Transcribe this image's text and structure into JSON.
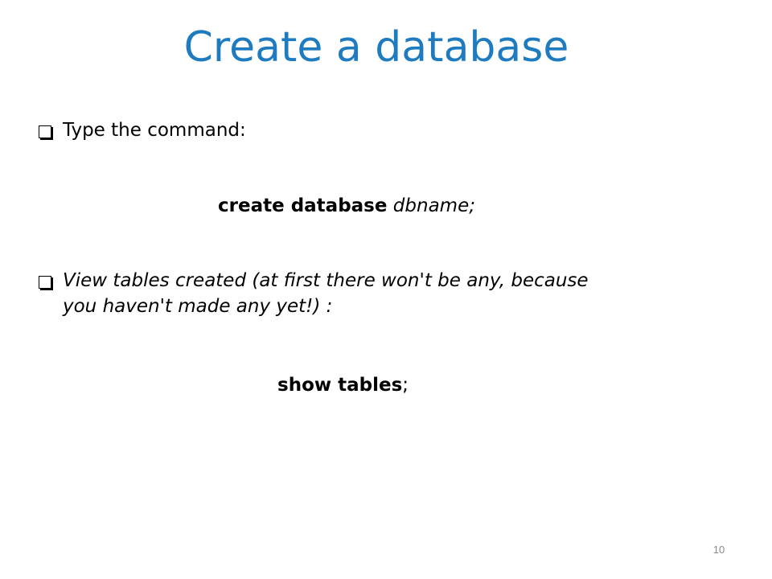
{
  "slide": {
    "title": "Create a database",
    "bullets": [
      {
        "text": "Type the command:"
      },
      {
        "line1": "View tables created (at first there won't be any, because",
        "line2": "you haven't made any yet!) :"
      }
    ],
    "commands": [
      {
        "keyword": "create database",
        "argument": "dbname;"
      },
      {
        "keyword": "show tables",
        "suffix": ";"
      }
    ],
    "page_number": "10"
  },
  "colors": {
    "title": "#1F7BBF",
    "text": "#000000",
    "page_number": "#8a8a8a"
  },
  "icons": {
    "bullet": "checkbox-square-icon"
  }
}
